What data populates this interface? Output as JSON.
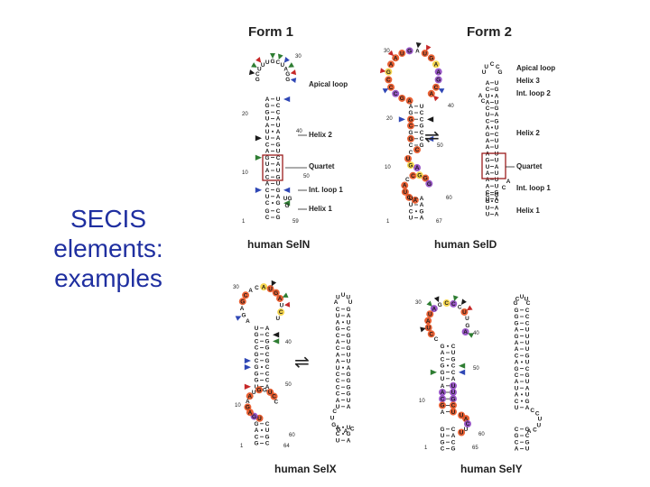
{
  "slide": {
    "title_line1": "SECIS",
    "title_line2": "elements:",
    "title_line3": "examples"
  },
  "figure": {
    "form1_header": "Form 1",
    "form2_header": "Form 2",
    "region_labels": {
      "apical_loop": "Apical loop",
      "helix_2": "Helix 2",
      "quartet": "Quartet",
      "int_loop_1": "Int. loop 1",
      "helix_1": "Helix 1",
      "helix_3": "Helix 3",
      "int_loop_2": "Int. loop 2"
    },
    "captions": {
      "seln": "human SelN",
      "seld": "human SelD",
      "selx": "human SelX",
      "sely": "human SelY"
    },
    "equilibrium_symbol": "⇌",
    "position_numbers": {
      "seln": [
        "30",
        "20",
        "40",
        "50",
        "10",
        "1",
        "59"
      ],
      "seld": [
        "30",
        "40",
        "20",
        "50",
        "10",
        "60",
        "1",
        "67"
      ],
      "selx": [
        "30",
        "40",
        "50",
        "10",
        "60",
        "1",
        "64"
      ],
      "sely": [
        "30",
        "40",
        "50",
        "10",
        "60",
        "1",
        "65"
      ]
    },
    "colors": {
      "probe_orange": "#e8501e",
      "probe_purple": "#8f46c2",
      "probe_yellow": "#f5d23c",
      "arrow_black": "#1a1a1a",
      "arrow_green": "#2e7d32",
      "arrow_blue": "#2f47b5",
      "arrow_red": "#c62828",
      "quartet_box": "#9b1c1c"
    }
  }
}
